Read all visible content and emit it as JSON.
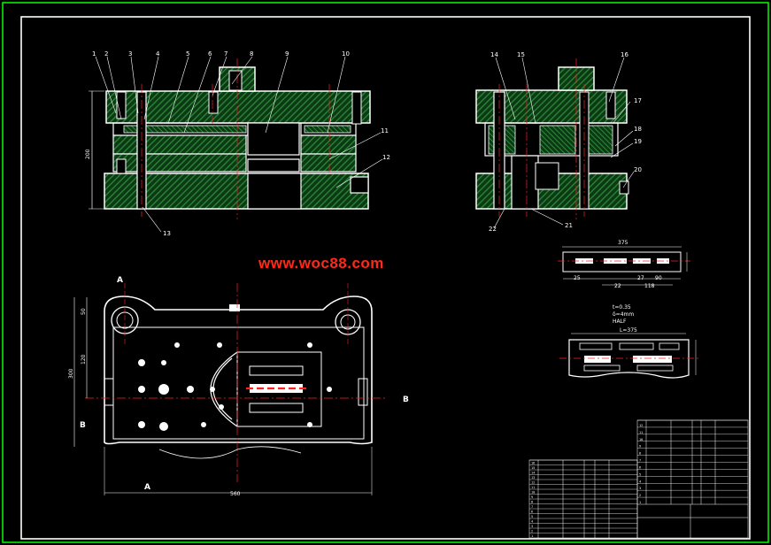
{
  "watermark": "www.woc88.com",
  "colors": {
    "background": "#000000",
    "frame": "#00ff00",
    "part": "#ffffff",
    "section_hatch": "#2e8b3a",
    "centerline": "#ff2020",
    "dimension": "#ffffff"
  },
  "front_view": {
    "part_numbers": [
      "1",
      "2",
      "3",
      "4",
      "5",
      "6",
      "7",
      "8",
      "9",
      "10",
      "11",
      "12",
      "13"
    ],
    "height_dim": "200"
  },
  "side_view": {
    "part_numbers": [
      "14",
      "15",
      "16",
      "17",
      "18",
      "19",
      "20",
      "21",
      "22"
    ]
  },
  "strip_layout": {
    "width_dim": "375",
    "dims": [
      "25",
      "22",
      "27",
      "90",
      "118"
    ]
  },
  "strip_notes": {
    "lines": [
      "t=0.35",
      "δ=4mm",
      "HALF"
    ],
    "width_dim": "L=375"
  },
  "plan_view": {
    "section_marks": [
      "A",
      "A",
      "B",
      "B"
    ],
    "dims": [
      "50",
      "120",
      "300",
      "560"
    ]
  },
  "parts_list": {
    "rows_left": [
      "1",
      "2",
      "3",
      "4",
      "5",
      "6",
      "7",
      "8",
      "9",
      "10",
      "11",
      "12",
      "13",
      "14",
      "15",
      "16"
    ],
    "rows_right": [
      "1",
      "2",
      "3",
      "4",
      "5",
      "6",
      "7",
      "8",
      "9",
      "10",
      "11",
      "12"
    ]
  }
}
